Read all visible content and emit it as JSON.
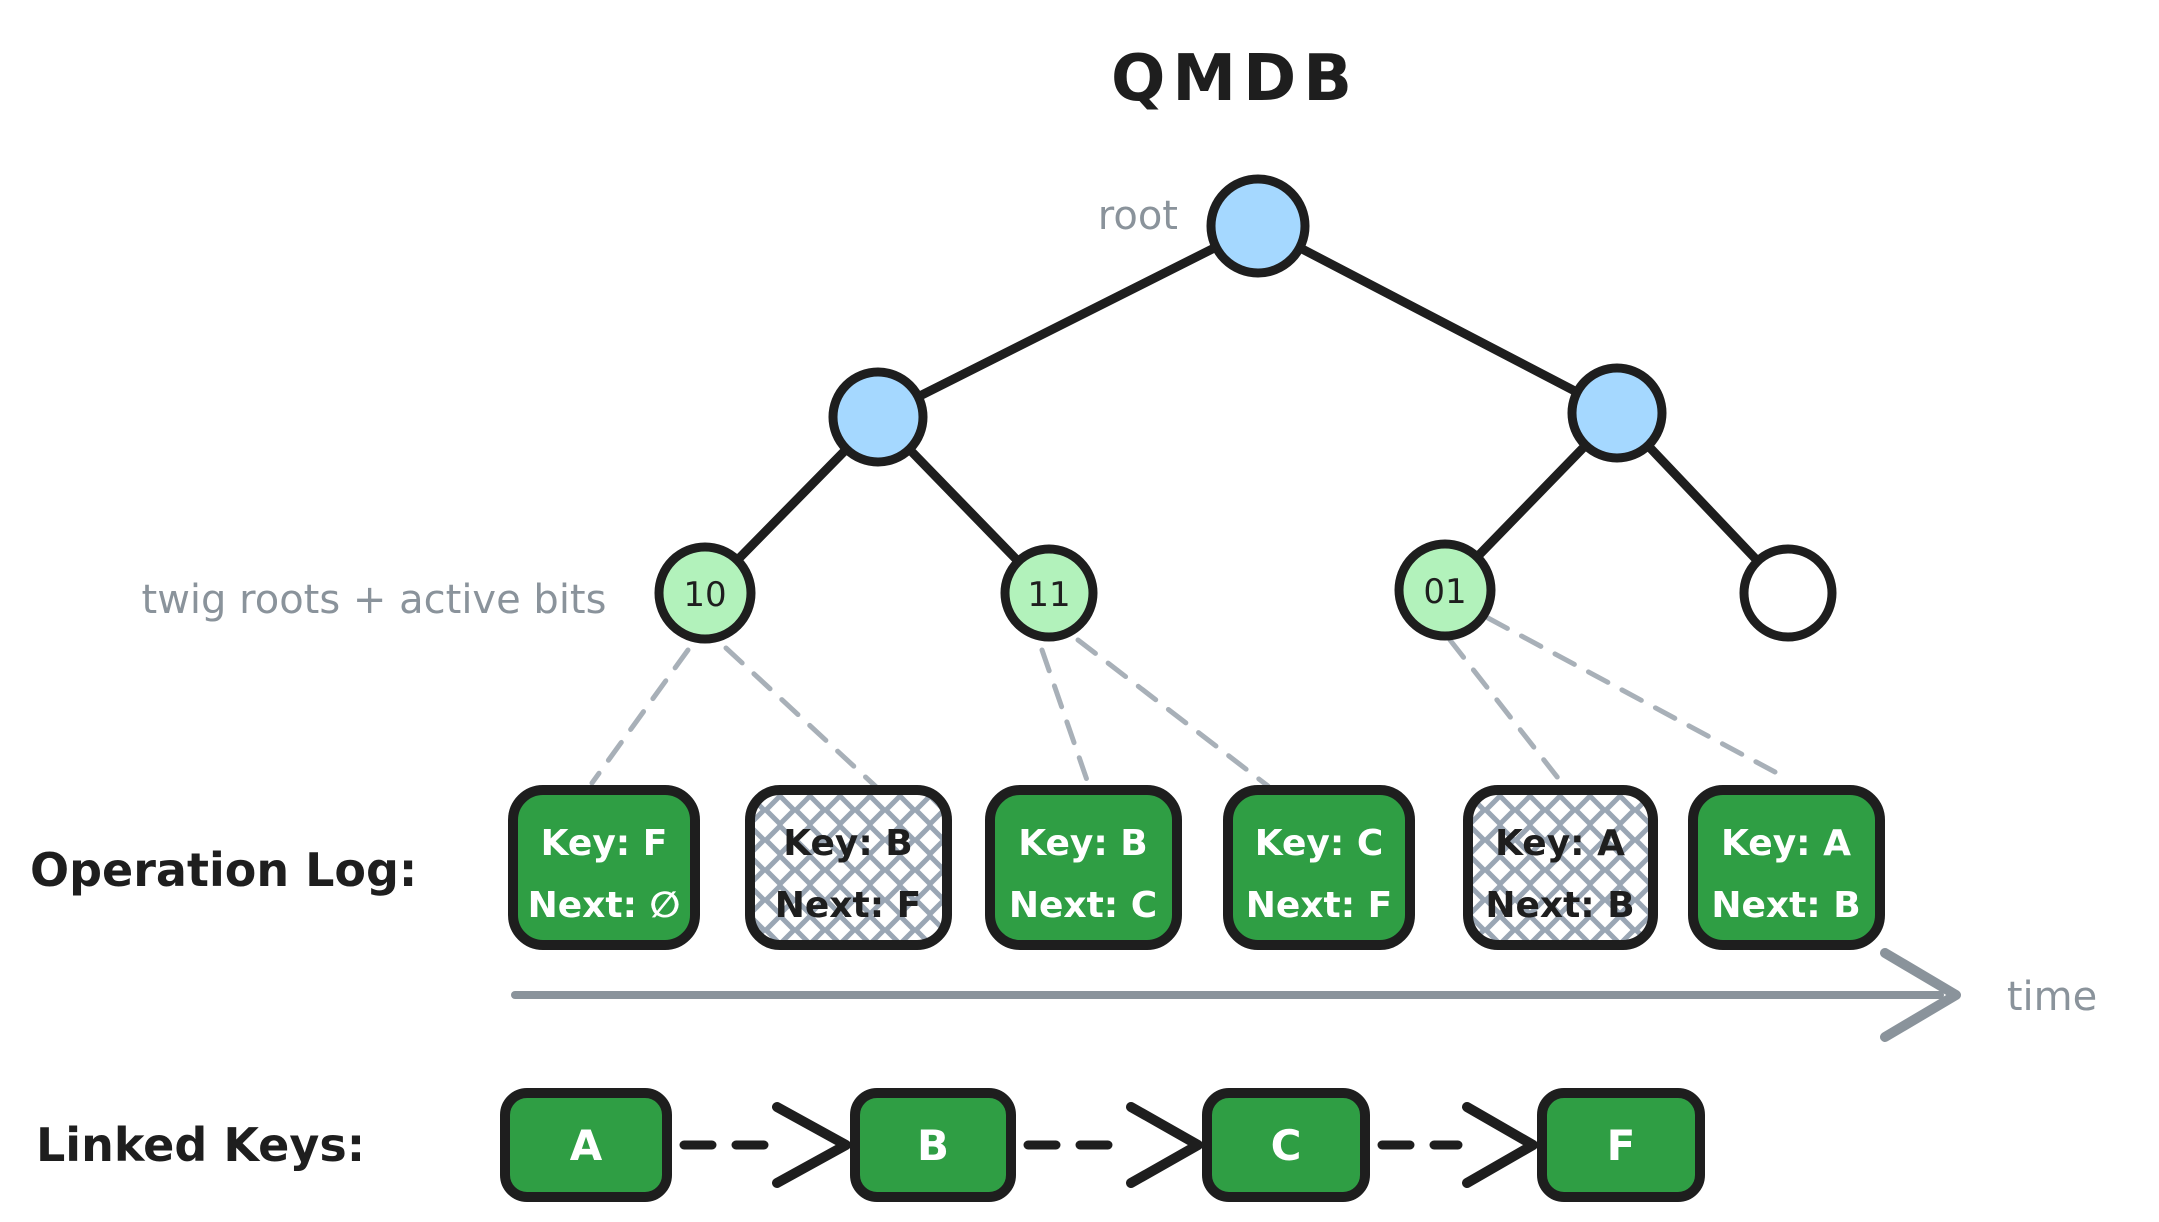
{
  "title": "QMDB",
  "colors": {
    "node_blue": "#a5d8ff",
    "twig_green": "#b2f2bb",
    "box_green": "#2f9e44",
    "empty_node_white": "#ffffff",
    "outline_black": "#1e1e1e",
    "gray_label": "#8a939b",
    "hatch_gray": "#9aa6b4",
    "connector_gray": "#a8b0b8"
  },
  "tree": {
    "root_label": "root",
    "twig_annotation": "twig roots + active bits",
    "twigs": [
      {
        "bits": "10"
      },
      {
        "bits": "11"
      },
      {
        "bits": "01"
      }
    ]
  },
  "operation_log": {
    "label": "Operation Log:",
    "entries": [
      {
        "key": "Key: F",
        "next": "Next: ∅",
        "crossed_out": false
      },
      {
        "key": "Key: B",
        "next": "Next: F",
        "crossed_out": true
      },
      {
        "key": "Key: B",
        "next": "Next: C",
        "crossed_out": false
      },
      {
        "key": "Key: C",
        "next": "Next: F",
        "crossed_out": false
      },
      {
        "key": "Key: A",
        "next": "Next: B",
        "crossed_out": true
      },
      {
        "key": "Key: A",
        "next": "Next: B",
        "crossed_out": false
      }
    ],
    "axis_label": "time"
  },
  "linked_keys": {
    "label": "Linked Keys:",
    "keys": [
      {
        "letter": "A"
      },
      {
        "letter": "B"
      },
      {
        "letter": "C"
      },
      {
        "letter": "F"
      }
    ]
  }
}
